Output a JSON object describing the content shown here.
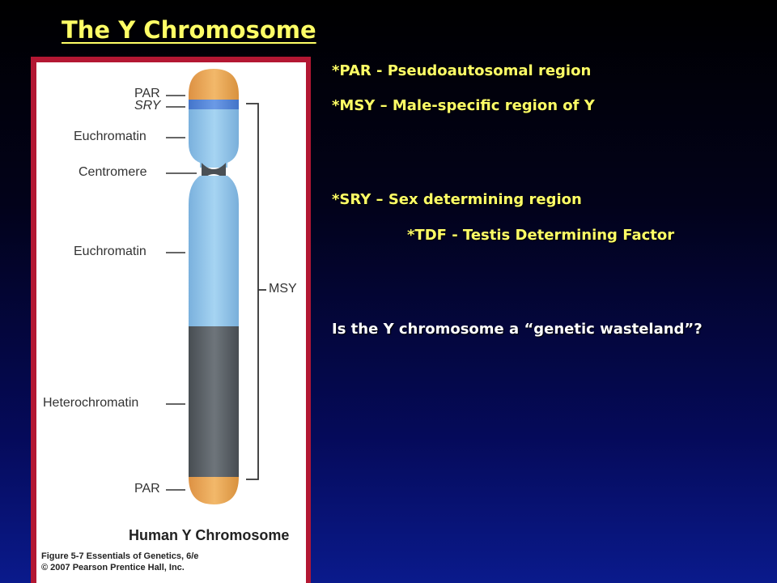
{
  "slide": {
    "title": "The Y Chromosome",
    "notes": [
      "*PAR - Pseudoautosomal region",
      "*MSY – Male-specific region of Y",
      "*SRY – Sex determining region",
      "*TDF - Testis Determining Factor"
    ],
    "question": "Is the Y chromosome a “genetic wasteland”?"
  },
  "figure": {
    "labels": {
      "par_top": "PAR",
      "sry": "SRY",
      "euchromatin_top": "Euchromatin",
      "centromere": "Centromere",
      "euchromatin_bottom": "Euchromatin",
      "heterochromatin": "Heterochromatin",
      "par_bottom": "PAR",
      "msy": "MSY"
    },
    "caption": "Human Y Chromosome",
    "credit_line1": "Figure 5-7  Essentials of Genetics, 6/e",
    "credit_line2": "© 2007 Pearson Prentice Hall, Inc."
  },
  "colors": {
    "title": "#ffff66",
    "frame": "#b31733",
    "par": "#e8a552",
    "sry": "#4a7ed6",
    "euchromatin": "#8ec4ea",
    "heterochromatin": "#5a6066"
  }
}
